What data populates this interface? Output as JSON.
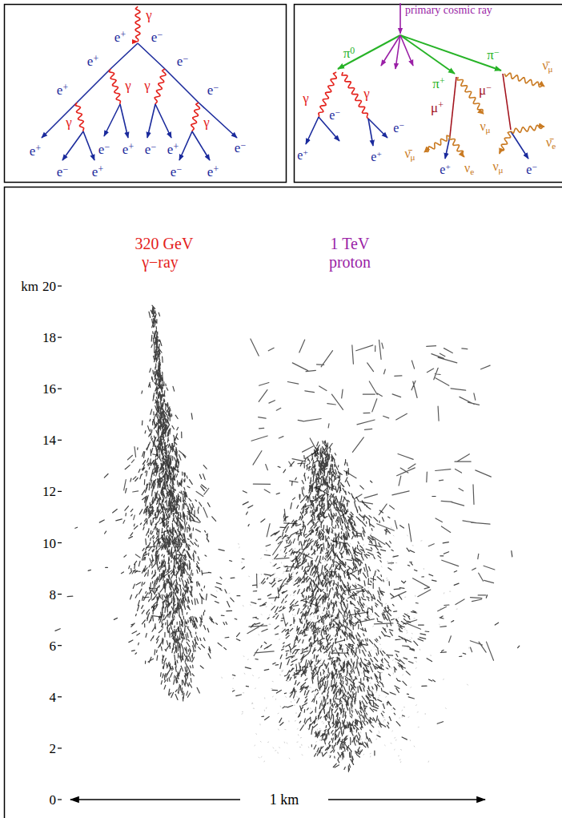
{
  "diagram": {
    "labels": [
      "γ",
      "e+",
      "e−",
      "e+",
      "e−",
      "γ",
      "γ",
      "e+",
      "e−",
      "γ",
      "γ",
      "e+",
      "e−",
      "e+",
      "e−",
      "e+",
      "e−",
      "e−",
      "e+",
      "e−",
      "e+",
      "primary cosmic ray",
      "π0",
      "π−",
      "ν̄μ",
      "π+",
      "μ−",
      "γ",
      "γ",
      "μ+",
      "e−",
      "νμ",
      "e−",
      "ν̄e",
      "ν̄μ",
      "e+",
      "e+",
      "νμ",
      "νe",
      "e+",
      "e−",
      "320 GeV",
      "1 TeV",
      "γ−ray",
      "proton",
      "km",
      "20",
      "18",
      "16",
      "14",
      "12",
      "10",
      "8",
      "6",
      "4",
      "2",
      "0",
      "1 km"
    ]
  }
}
